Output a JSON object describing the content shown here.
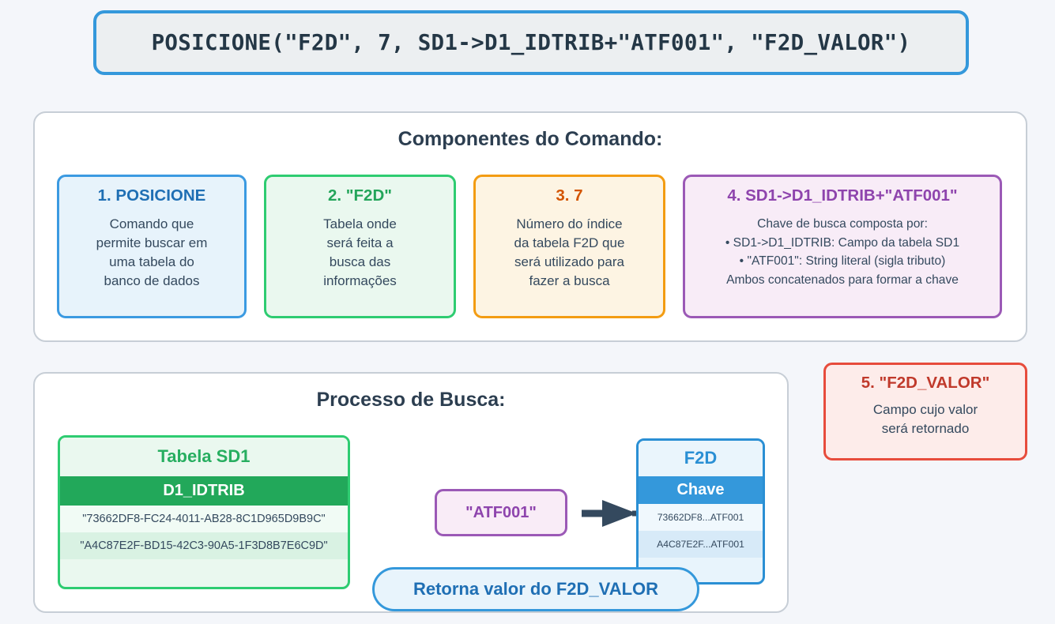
{
  "header": {
    "code": "POSICIONE(\"F2D\", 7, SD1->D1_IDTRIB+\"ATF001\", \"F2D_VALOR\")"
  },
  "components_panel": {
    "title": "Componentes do Comando:",
    "cards": [
      {
        "title": "1. POSICIONE",
        "lines": [
          "Comando que",
          "permite buscar em",
          "uma tabela do",
          "banco de dados"
        ],
        "border_color": "#3b9ae1",
        "fill_color": "#e7f3fb",
        "title_color": "#1f6fb4"
      },
      {
        "title": "2. \"F2D\"",
        "lines": [
          "Tabela onde",
          "será feita a",
          "busca das",
          "informações"
        ],
        "border_color": "#2ecc71",
        "fill_color": "#eaf8ef",
        "title_color": "#23a55a"
      },
      {
        "title": "3. 7",
        "lines": [
          "Número do índice",
          "da tabela F2D que",
          "será utilizado para",
          "fazer a busca"
        ],
        "border_color": "#f39c12",
        "fill_color": "#fdf4e3",
        "title_color": "#d35400"
      },
      {
        "title": "4. SD1->D1_IDTRIB+\"ATF001\"",
        "lines": [
          "Chave de busca composta por:",
          "• SD1->D1_IDTRIB: Campo da tabela SD1",
          "• \"ATF001\": String literal (sigla tributo)",
          "Ambos concatenados para formar a chave"
        ],
        "border_color": "#9b59b6",
        "fill_color": "#f8ecf7",
        "title_color": "#8e44ad"
      }
    ]
  },
  "card_5": {
    "title": "5. \"F2D_VALOR\"",
    "lines": [
      "Campo cujo valor",
      "será retornado"
    ],
    "border_color": "#e74c3c",
    "fill_color": "#fdecea",
    "title_color": "#c0392b"
  },
  "processo_panel": {
    "title": "Processo de Busca:",
    "sd1_table": {
      "caption": "Tabela SD1",
      "column": "D1_IDTRIB",
      "rows": [
        "\"73662DF8-FC24-4011-AB28-8C1D965D9B9C\"",
        "\"A4C87E2F-BD15-42C3-90A5-1F3D8B7E6C9D\""
      ],
      "accent_color": "#2ecc71",
      "header_color": "#22a85a"
    },
    "key_chip": {
      "label": "\"ATF001\"",
      "border_color": "#9b59b6",
      "fill_color": "#f9ecf7"
    },
    "arrow": {
      "icon": "arrow-right-icon",
      "color": "#34495e"
    },
    "f2d_table": {
      "caption": "F2D",
      "column": "Chave",
      "rows": [
        "73662DF8...ATF001",
        "A4C87E2F...ATF001"
      ],
      "accent_color": "#2a8fd4",
      "header_color": "#3498db"
    },
    "return_badge": {
      "label": "Retorna valor do F2D_VALOR",
      "border_color": "#3498db",
      "fill_color": "#e8f4fc"
    }
  }
}
